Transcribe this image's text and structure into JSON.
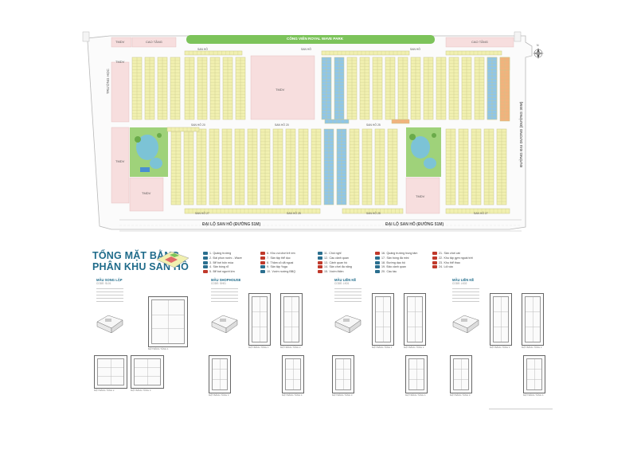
{
  "map": {
    "park_label": "CÔNG VIÊN ROYAL WAVE PARK",
    "corner_labels": [
      "TMDV",
      "CAO TẦNG",
      "CAO TẦNG",
      "TMDV"
    ],
    "truong_hoc": "TRƯỜNG HỌC",
    "east_road": "ĐƯỜNG ĐẠI DƯƠNG (ĐƯỜNG 30M)",
    "boulevard_labels": [
      "ĐẠI LỘ SAN HÔ (ĐƯỜNG 51M)",
      "ĐẠI LỘ SAN HÔ (ĐƯỜNG 51M)"
    ],
    "tmdv_labels": [
      "TMDV",
      "TMDV",
      "TMDV",
      "TMDV",
      "TMDV"
    ],
    "san_ho_labels": [
      "SAN HÔ",
      "SAN HÔ",
      "SAN HÔ",
      "SAN HÔ 20",
      "SAN HÔ 20",
      "SAN HÔ 25",
      "SAN HÔ 27",
      "SAN HÔ 25",
      "SAN HÔ 25",
      "SAN HÔ 27"
    ],
    "compass": "N"
  },
  "title": {
    "line1": "TỔNG MẶT BẰNG",
    "line2": "PHÂN KHU SAN HÔ"
  },
  "legend": {
    "items": [
      {
        "no": "1",
        "text": "Quảng trường",
        "color": "#2b6f8f"
      },
      {
        "no": "2",
        "text": "Đài phun nước - Wave",
        "color": "#2b6f8f"
      },
      {
        "no": "3",
        "text": "Bể bơi bốn mùa",
        "color": "#2b6f8f"
      },
      {
        "no": "4",
        "text": "Sân bóng rổ",
        "color": "#2b6f8f"
      },
      {
        "no": "5",
        "text": "Bể bơi người lớn",
        "color": "#c0392b"
      },
      {
        "no": "6",
        "text": "Khu vui chơi trẻ em",
        "color": "#c0392b"
      },
      {
        "no": "7",
        "text": "Sân tập thể dục",
        "color": "#c0392b"
      },
      {
        "no": "8",
        "text": "Thảm cỏ dã ngoại",
        "color": "#c0392b"
      },
      {
        "no": "9",
        "text": "Sân tập Yoga",
        "color": "#2b6f8f"
      },
      {
        "no": "10",
        "text": "Vườn nướng BBQ",
        "color": "#2b6f8f"
      },
      {
        "no": "11",
        "text": "Chòi nghỉ",
        "color": "#2b6f8f"
      },
      {
        "no": "12",
        "text": "Cầu cảnh quan",
        "color": "#2b6f8f"
      },
      {
        "no": "13",
        "text": "Cảnh quan hồ",
        "color": "#c0392b"
      },
      {
        "no": "14",
        "text": "Sân chơi đa năng",
        "color": "#c0392b"
      },
      {
        "no": "15",
        "text": "Vườn thiền",
        "color": "#c0392b"
      },
      {
        "no": "16",
        "text": "Quảng trường trung tâm",
        "color": "#c0392b"
      },
      {
        "no": "17",
        "text": "Sân bóng đá mini",
        "color": "#2b6f8f"
      },
      {
        "no": "18",
        "text": "Đường dạo bộ",
        "color": "#2b6f8f"
      },
      {
        "no": "19",
        "text": "Đảo cảnh quan",
        "color": "#2b6f8f"
      },
      {
        "no": "20",
        "text": "Cầu tàu",
        "color": "#2b6f8f"
      },
      {
        "no": "21",
        "text": "Sân chơi cát",
        "color": "#c0392b"
      },
      {
        "no": "22",
        "text": "Khu tập gym ngoài trời",
        "color": "#c0392b"
      },
      {
        "no": "23",
        "text": "Khu thể thao",
        "color": "#c0392b"
      },
      {
        "no": "24",
        "text": "Lối vào",
        "color": "#c0392b"
      }
    ]
  },
  "house_types": [
    {
      "title": "MẪU SONG LẬP",
      "code": "CODE: SL01",
      "floors": [
        "MẶT BẰNG TẦNG 1",
        "MẶT BẰNG TẦNG 2",
        "MẶT BẰNG TẦNG 3"
      ]
    },
    {
      "title": "MẪU SHOPHOUSE",
      "code": "CODE: SH01",
      "floors": [
        "MẶT BẰNG TẦNG 1",
        "MẶT BẰNG TẦNG 2",
        "MẶT BẰNG TẦNG 3",
        "MẶT BẰNG TẦNG 4"
      ]
    },
    {
      "title": "MẪU LIỀN KỀ",
      "code": "CODE: LK01",
      "floors": [
        "MẶT BẰNG TẦNG 1",
        "MẶT BẰNG TẦNG 2",
        "MẶT BẰNG TẦNG 3",
        "MẶT BẰNG TẦNG 4"
      ]
    },
    {
      "title": "MẪU LIỀN KỀ",
      "code": "CODE: LK02",
      "floors": [
        "MẶT BẰNG TẦNG 1",
        "MẶT BẰNG TẦNG 2",
        "MẶT BẰNG TẦNG 3",
        "MẶT BẰNG TẦNG 4"
      ]
    }
  ],
  "colors": {
    "lot": "#f1f0b0",
    "lot_stroke": "#c9c78a",
    "blue_lot": "#8fc6e8",
    "orange_lot": "#f2b27d",
    "pink": "#f7dede",
    "park": "#7cc35a",
    "road": "#f6f6f6",
    "brand": "#1f6b8a"
  }
}
